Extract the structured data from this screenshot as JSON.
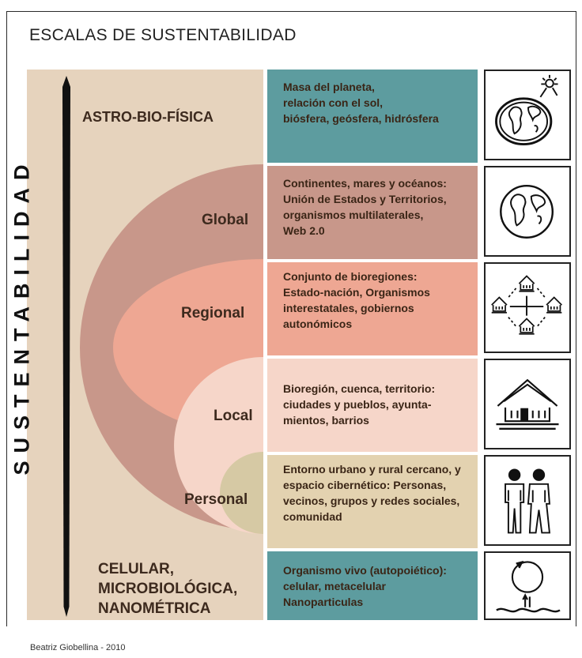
{
  "title": "ESCALAS DE SUSTENTABILIDAD",
  "axis_label": "SUSTENTABILIDAD",
  "scales": [
    {
      "label": "ASTRO-BIO-FÍSICA",
      "description": "Masa del planeta,\nrelación con el sol,\nbiósfera, geósfera, hidrósfera",
      "icon": "planet-sun-icon"
    },
    {
      "label": "Global",
      "description": "Continentes, mares y océanos:\nUnión de Estados y Territorios,\norganismos multilaterales,\nWeb 2.0",
      "icon": "globe-icon"
    },
    {
      "label": "Regional",
      "description": "Conjunto de bioregiones:\nEstado-nación, Organismos\ninterestatales, gobiernos\nautonómicos",
      "icon": "network-houses-icon"
    },
    {
      "label": "Local",
      "description": "Bioregión, cuenca, territorio:\nciudades y pueblos, ayunta-\nmientos, barrios",
      "icon": "house-icon"
    },
    {
      "label": "Personal",
      "description": "Entorno urbano y rural cercano, y\nespacio cibernético: Personas,\nvecinos, grupos y redes sociales,\ncomunidad",
      "icon": "people-icon"
    },
    {
      "label": "CELULAR,\nMICROBIOLÓGICA,\nNANOMÉTRICA",
      "description": "Organismo vivo (autopoiético):\ncelular, metacelular\nNanoparticulas",
      "icon": "cell-cycle-icon"
    }
  ],
  "colors": {
    "panel": "#e6d3bd",
    "global": "#c8978a",
    "regional": "#eea793",
    "local": "#f6d6c9",
    "personal": "#d6c9a4",
    "teal": "#5d9c9f",
    "sand": "#e3d2b0"
  },
  "credit": "Beatriz Giobellina - 2010"
}
